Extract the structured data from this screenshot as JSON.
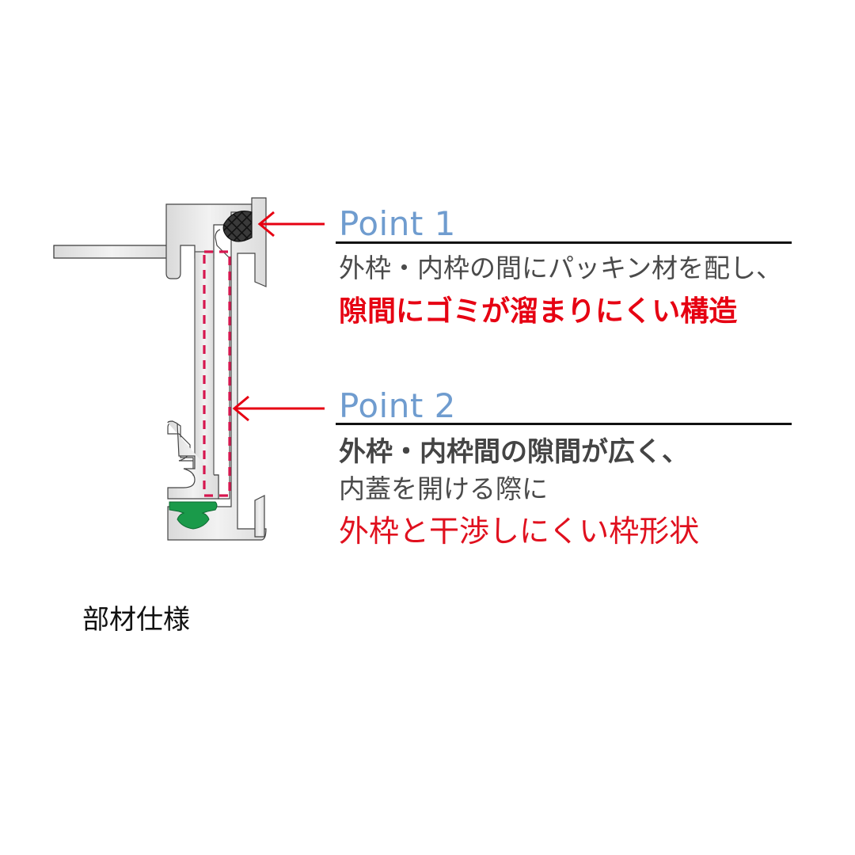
{
  "points": [
    {
      "title": "Point 1",
      "lines": [
        {
          "text": "外枠・内枠の間にパッキン材を配し、",
          "style": "gray"
        },
        {
          "text": "隙間にゴミが溜まりにくい構造",
          "style": "red-bold"
        }
      ]
    },
    {
      "title": "Point 2",
      "lines": [
        {
          "text": "外枠・内枠間の隙間が広く、",
          "style": "gray-bold"
        },
        {
          "text": "内蓋を開ける際に",
          "style": "gray"
        },
        {
          "text": "外枠と干渉しにくい枠形状",
          "style": "red"
        }
      ]
    }
  ],
  "caption": "部材仕様",
  "colors": {
    "point_title": "#6f9ccf",
    "accent_red": "#e60012",
    "dashed_outline": "#d6174f",
    "gasket_black": "#2a2a2a",
    "gasket_green": "#1a9a4a",
    "profile_fill": "#e8e8e8"
  },
  "icons": [
    "arrow-left-icon",
    "arrow-left-icon"
  ]
}
